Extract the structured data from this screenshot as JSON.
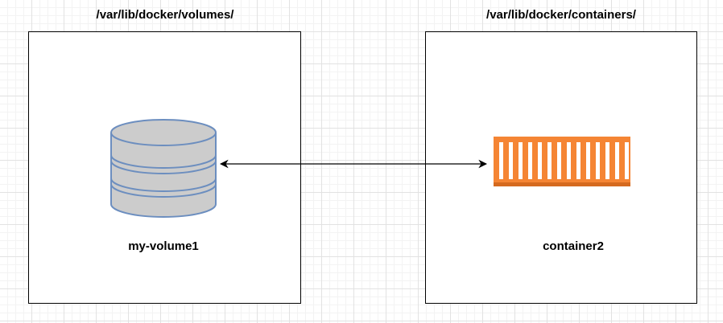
{
  "volumes_host": {
    "path_label": "/var/lib/docker/volumes/",
    "volume_name": "my-volume1",
    "icon": "database-icon"
  },
  "containers_host": {
    "path_label": "/var/lib/docker/containers/",
    "container_name": "container2",
    "icon": "container-icon"
  },
  "connector": {
    "direction": "bidirectional"
  },
  "colors": {
    "database_fill": "#cccccc",
    "database_stroke": "#6c8ebf",
    "container_fill": "#f58534",
    "border": "#000000"
  }
}
